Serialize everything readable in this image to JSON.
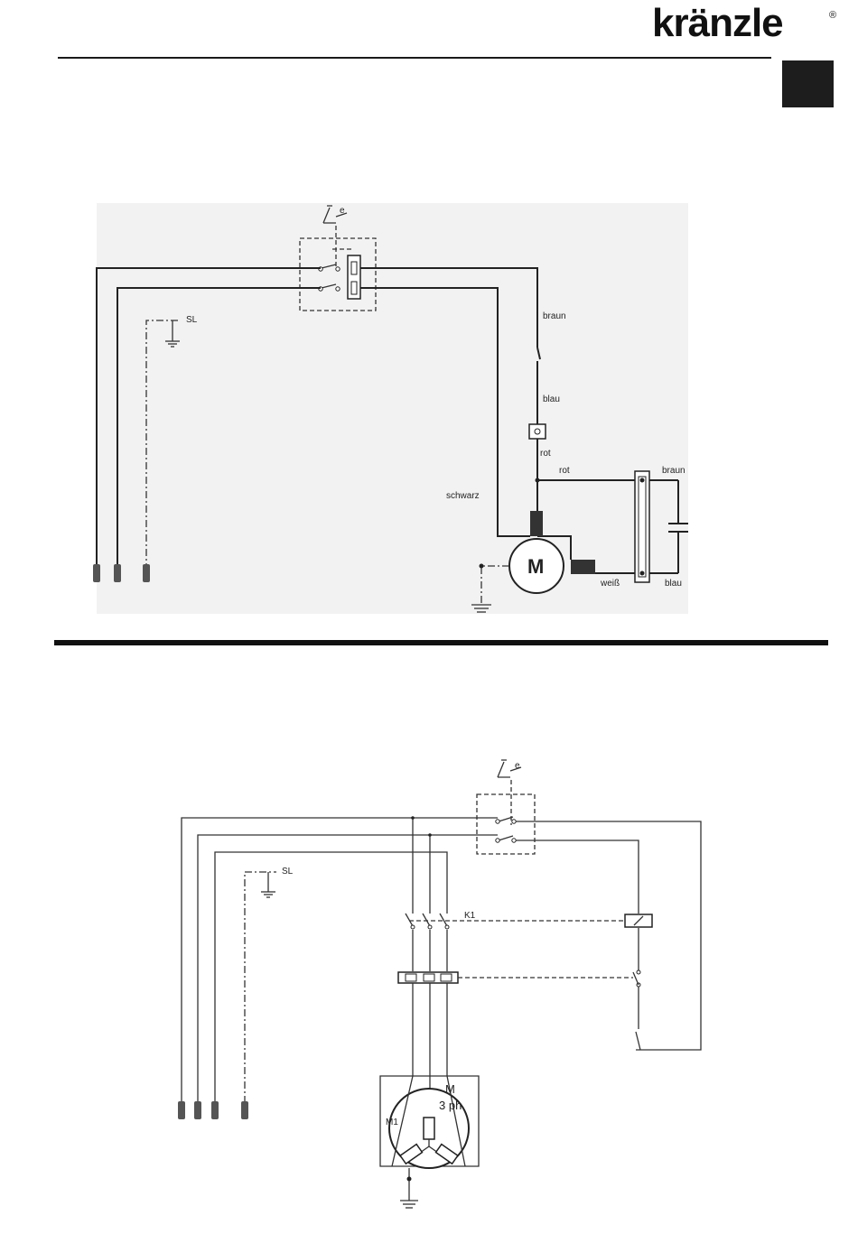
{
  "brand": {
    "logo_text": "kränzle",
    "registered_mark": "®"
  },
  "diagram_single_phase": {
    "labels": {
      "earth": "SL",
      "wire_brown": "braun",
      "wire_blue": "blau",
      "wire_red_1": "rot",
      "wire_red_2": "rot",
      "wire_brown_cap": "braun",
      "wire_black": "schwarz",
      "wire_white": "weiß",
      "wire_blue_cap": "blau",
      "motor": "M"
    }
  },
  "diagram_three_phase": {
    "labels": {
      "earth": "SL",
      "contactor": "K1",
      "motor": "M",
      "motor_type": "3 ph",
      "motor_id": "M1"
    }
  }
}
